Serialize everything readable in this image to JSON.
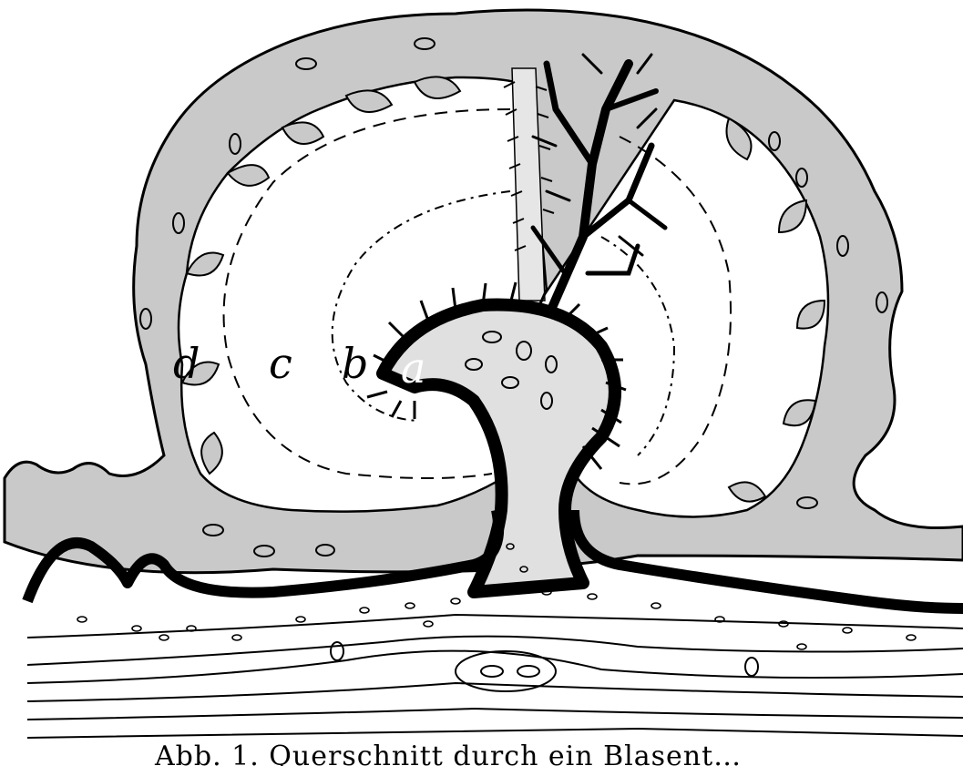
{
  "figure": {
    "labels": {
      "a": "a",
      "b": "b",
      "c": "c",
      "d": "d"
    },
    "caption": "Abb. 1. Querschnitt durch ein Blasent…",
    "colors": {
      "tissue": "#c9c9c9",
      "ink": "#000000",
      "paper": "#ffffff"
    }
  }
}
